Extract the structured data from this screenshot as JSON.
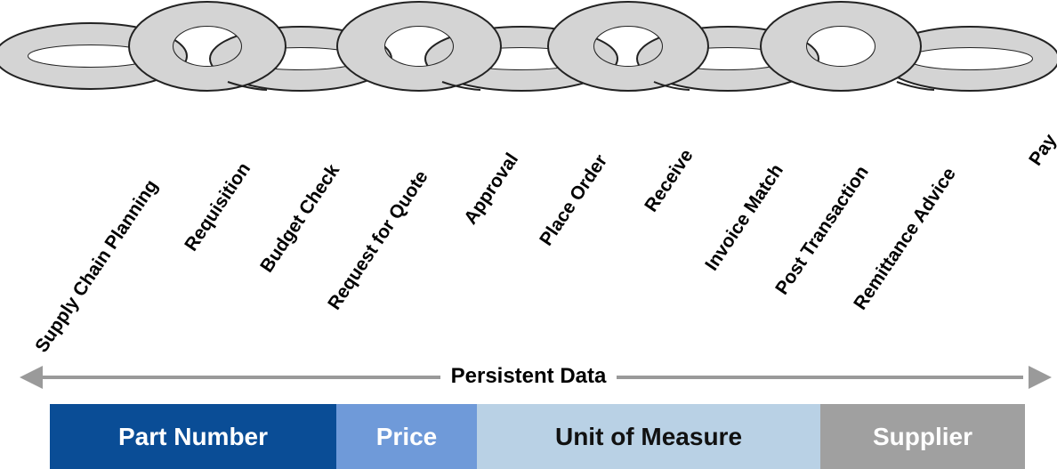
{
  "chain": {
    "steps": [
      "Supply Chain Planning",
      "Requisition",
      "Budget Check",
      "Request for Quote",
      "Approval",
      "Place Order",
      "Receive",
      "Invoice Match",
      "Post Transaction",
      "Remittance Advice",
      "Pay"
    ]
  },
  "persistent": {
    "title": "Persistent Data"
  },
  "data_bar": {
    "segments": [
      {
        "label": "Part Number",
        "color": "#0a4d96",
        "text_color": "#ffffff"
      },
      {
        "label": "Price",
        "color": "#6f9ad9",
        "text_color": "#ffffff"
      },
      {
        "label": "Unit of Measure",
        "color": "#b9d1e5",
        "text_color": "#111111"
      },
      {
        "label": "Supplier",
        "color": "#a0a0a0",
        "text_color": "#ffffff"
      }
    ]
  },
  "colors": {
    "chain_fill": "#d4d4d4",
    "chain_stroke": "#222222",
    "arrow": "#9a9a9a"
  }
}
